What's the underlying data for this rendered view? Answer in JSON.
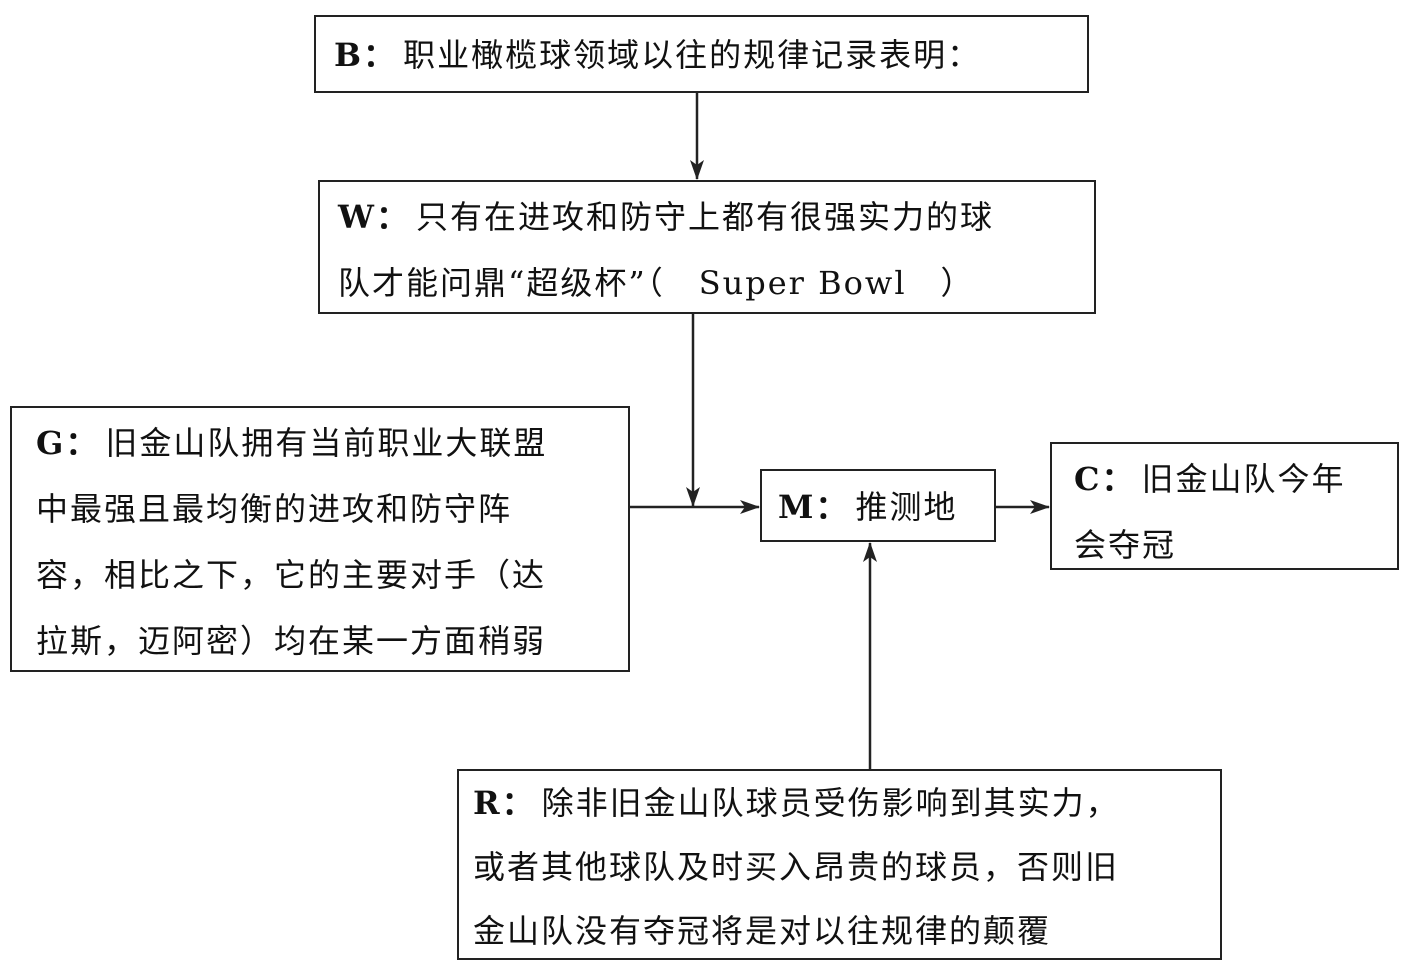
{
  "nodes": {
    "b": {
      "label": "B",
      "colon": "：",
      "lines": [
        "职业橄榄球领域以往的规律记录表明："
      ]
    },
    "w": {
      "label": "W",
      "colon": "：",
      "lines": [
        "只有在进攻和防守上都有很强实力的球",
        "队才能问鼎“超级杯”（　Super Bowl　）"
      ]
    },
    "g": {
      "label": "G",
      "colon": "：",
      "lines": [
        "旧金山队拥有当前职业大联盟",
        "中最强且最均衡的进攻和防守阵",
        "容，相比之下，它的主要对手（达",
        "拉斯，迈阿密）均在某一方面稍弱"
      ]
    },
    "m": {
      "label": "M",
      "colon": "：",
      "lines": [
        "推测地"
      ]
    },
    "c": {
      "label": "C",
      "colon": "：",
      "lines": [
        "旧金山队今年",
        "会夺冠"
      ]
    },
    "r": {
      "label": "R",
      "colon": "：",
      "lines": [
        "除非旧金山队球员受伤影响到其实力，",
        "或者其他球队及时买入昂贵的球员，否则旧",
        "金山队没有夺冠将是对以往规律的颠覆"
      ]
    }
  },
  "edges": [
    {
      "from": "b",
      "to": "w"
    },
    {
      "from": "w",
      "to": "g-m-line"
    },
    {
      "from": "g",
      "to": "m"
    },
    {
      "from": "m",
      "to": "c"
    },
    {
      "from": "r",
      "to": "m"
    }
  ],
  "colors": {
    "line": "#222222",
    "text": "#111111",
    "background": "#ffffff"
  }
}
